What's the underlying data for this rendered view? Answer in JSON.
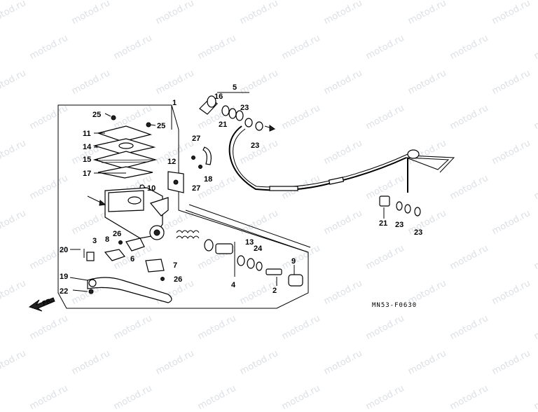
{
  "watermark": {
    "text": "motod.ru"
  },
  "diagram_code": "MN53-F0630",
  "front_indicator": "FR.",
  "callouts": [
    {
      "id": "c1",
      "label": "1"
    },
    {
      "id": "c2",
      "label": "2"
    },
    {
      "id": "c3",
      "label": "3"
    },
    {
      "id": "c4",
      "label": "4"
    },
    {
      "id": "c5",
      "label": "5"
    },
    {
      "id": "c6",
      "label": "6"
    },
    {
      "id": "c7",
      "label": "7"
    },
    {
      "id": "c8",
      "label": "8"
    },
    {
      "id": "c9",
      "label": "9"
    },
    {
      "id": "c10",
      "label": "10"
    },
    {
      "id": "c11",
      "label": "11"
    },
    {
      "id": "c12",
      "label": "12"
    },
    {
      "id": "c13",
      "label": "13"
    },
    {
      "id": "c14",
      "label": "14"
    },
    {
      "id": "c15",
      "label": "15"
    },
    {
      "id": "c16",
      "label": "16"
    },
    {
      "id": "c17",
      "label": "17"
    },
    {
      "id": "c18",
      "label": "18"
    },
    {
      "id": "c19",
      "label": "19"
    },
    {
      "id": "c20",
      "label": "20"
    },
    {
      "id": "c21a",
      "label": "21"
    },
    {
      "id": "c21b",
      "label": "21"
    },
    {
      "id": "c22",
      "label": "22"
    },
    {
      "id": "c23a",
      "label": "23"
    },
    {
      "id": "c23b",
      "label": "23"
    },
    {
      "id": "c23c",
      "label": "23"
    },
    {
      "id": "c23d",
      "label": "23"
    },
    {
      "id": "c24",
      "label": "24"
    },
    {
      "id": "c25a",
      "label": "25"
    },
    {
      "id": "c25b",
      "label": "25"
    },
    {
      "id": "c26a",
      "label": "26"
    },
    {
      "id": "c26b",
      "label": "26"
    },
    {
      "id": "c27a",
      "label": "27"
    },
    {
      "id": "c27b",
      "label": "27"
    }
  ]
}
